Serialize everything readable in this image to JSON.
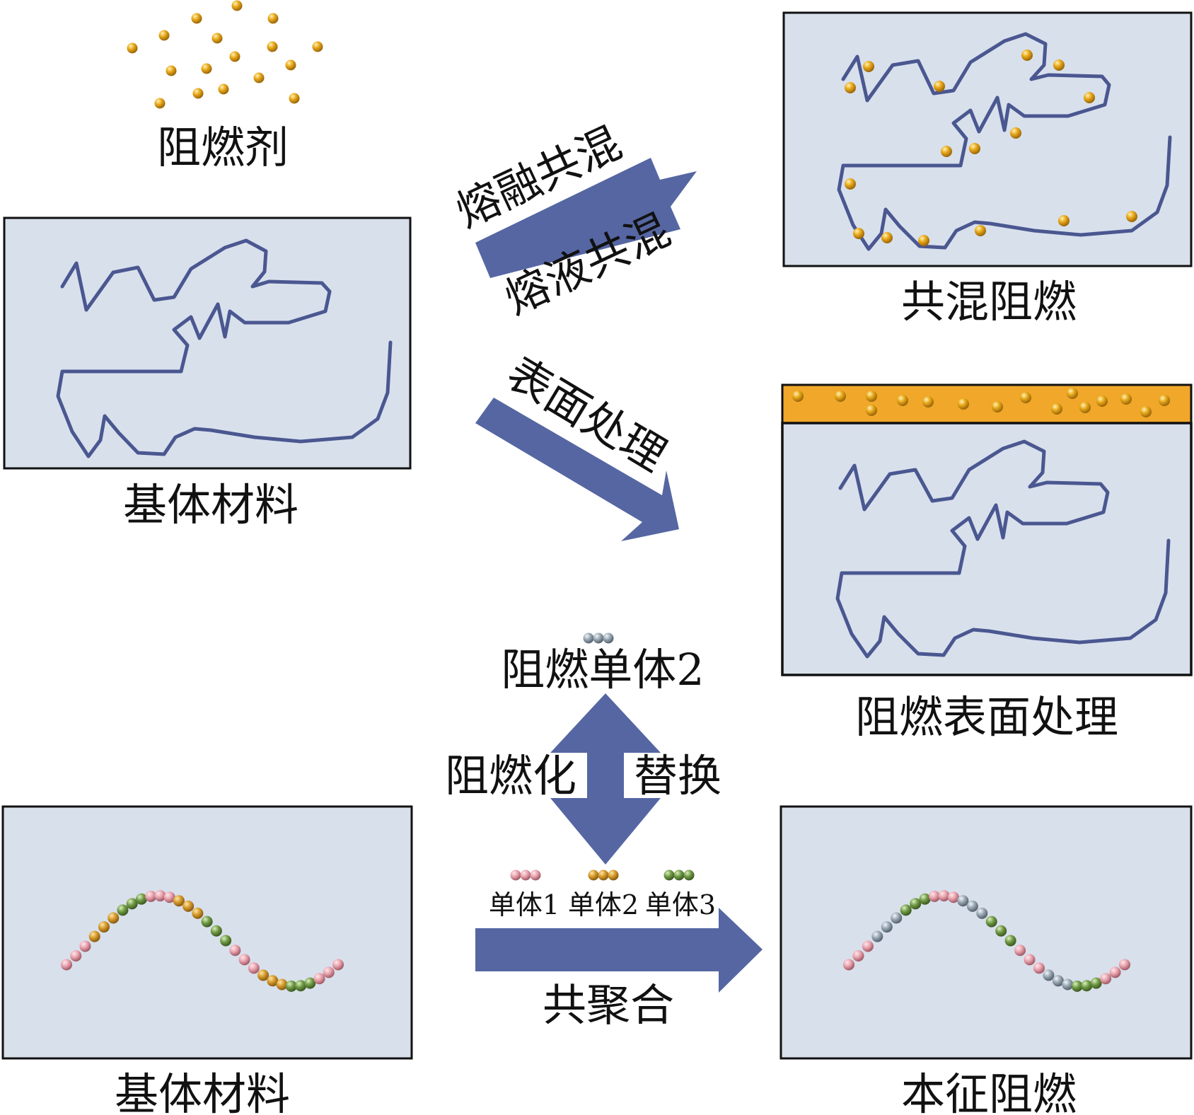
{
  "labels": {
    "flame_retardant": "阻燃剂",
    "matrix_material_top": "基体材料",
    "matrix_material_bottom": "基体材料",
    "melt_blending": "熔融共混",
    "solution_blending": "熔液共混",
    "blend_result": "共混阻燃",
    "surface_treatment": "表面处理",
    "surface_result": "阻燃表面处理",
    "fr_monomer_2": "阻燃单体2",
    "fr_conversion": "阻燃化",
    "replacement": "替换",
    "monomer_1": "单体1",
    "monomer_2": "单体2",
    "monomer_3": "单体3",
    "copolymerization": "共聚合",
    "intrinsic_result": "本征阻燃"
  },
  "colors": {
    "panel_fill": "#d8e0ec",
    "panel_stroke": "#111111",
    "chain": "#4a5790",
    "arrow": "#5566a2",
    "particle": "#e9a81a",
    "coating": "#f0a72a",
    "bead_pink": "#e8a2ad",
    "bead_gold": "#d49a2a",
    "bead_green": "#6f9a45",
    "bead_gray": "#98a6b2"
  }
}
